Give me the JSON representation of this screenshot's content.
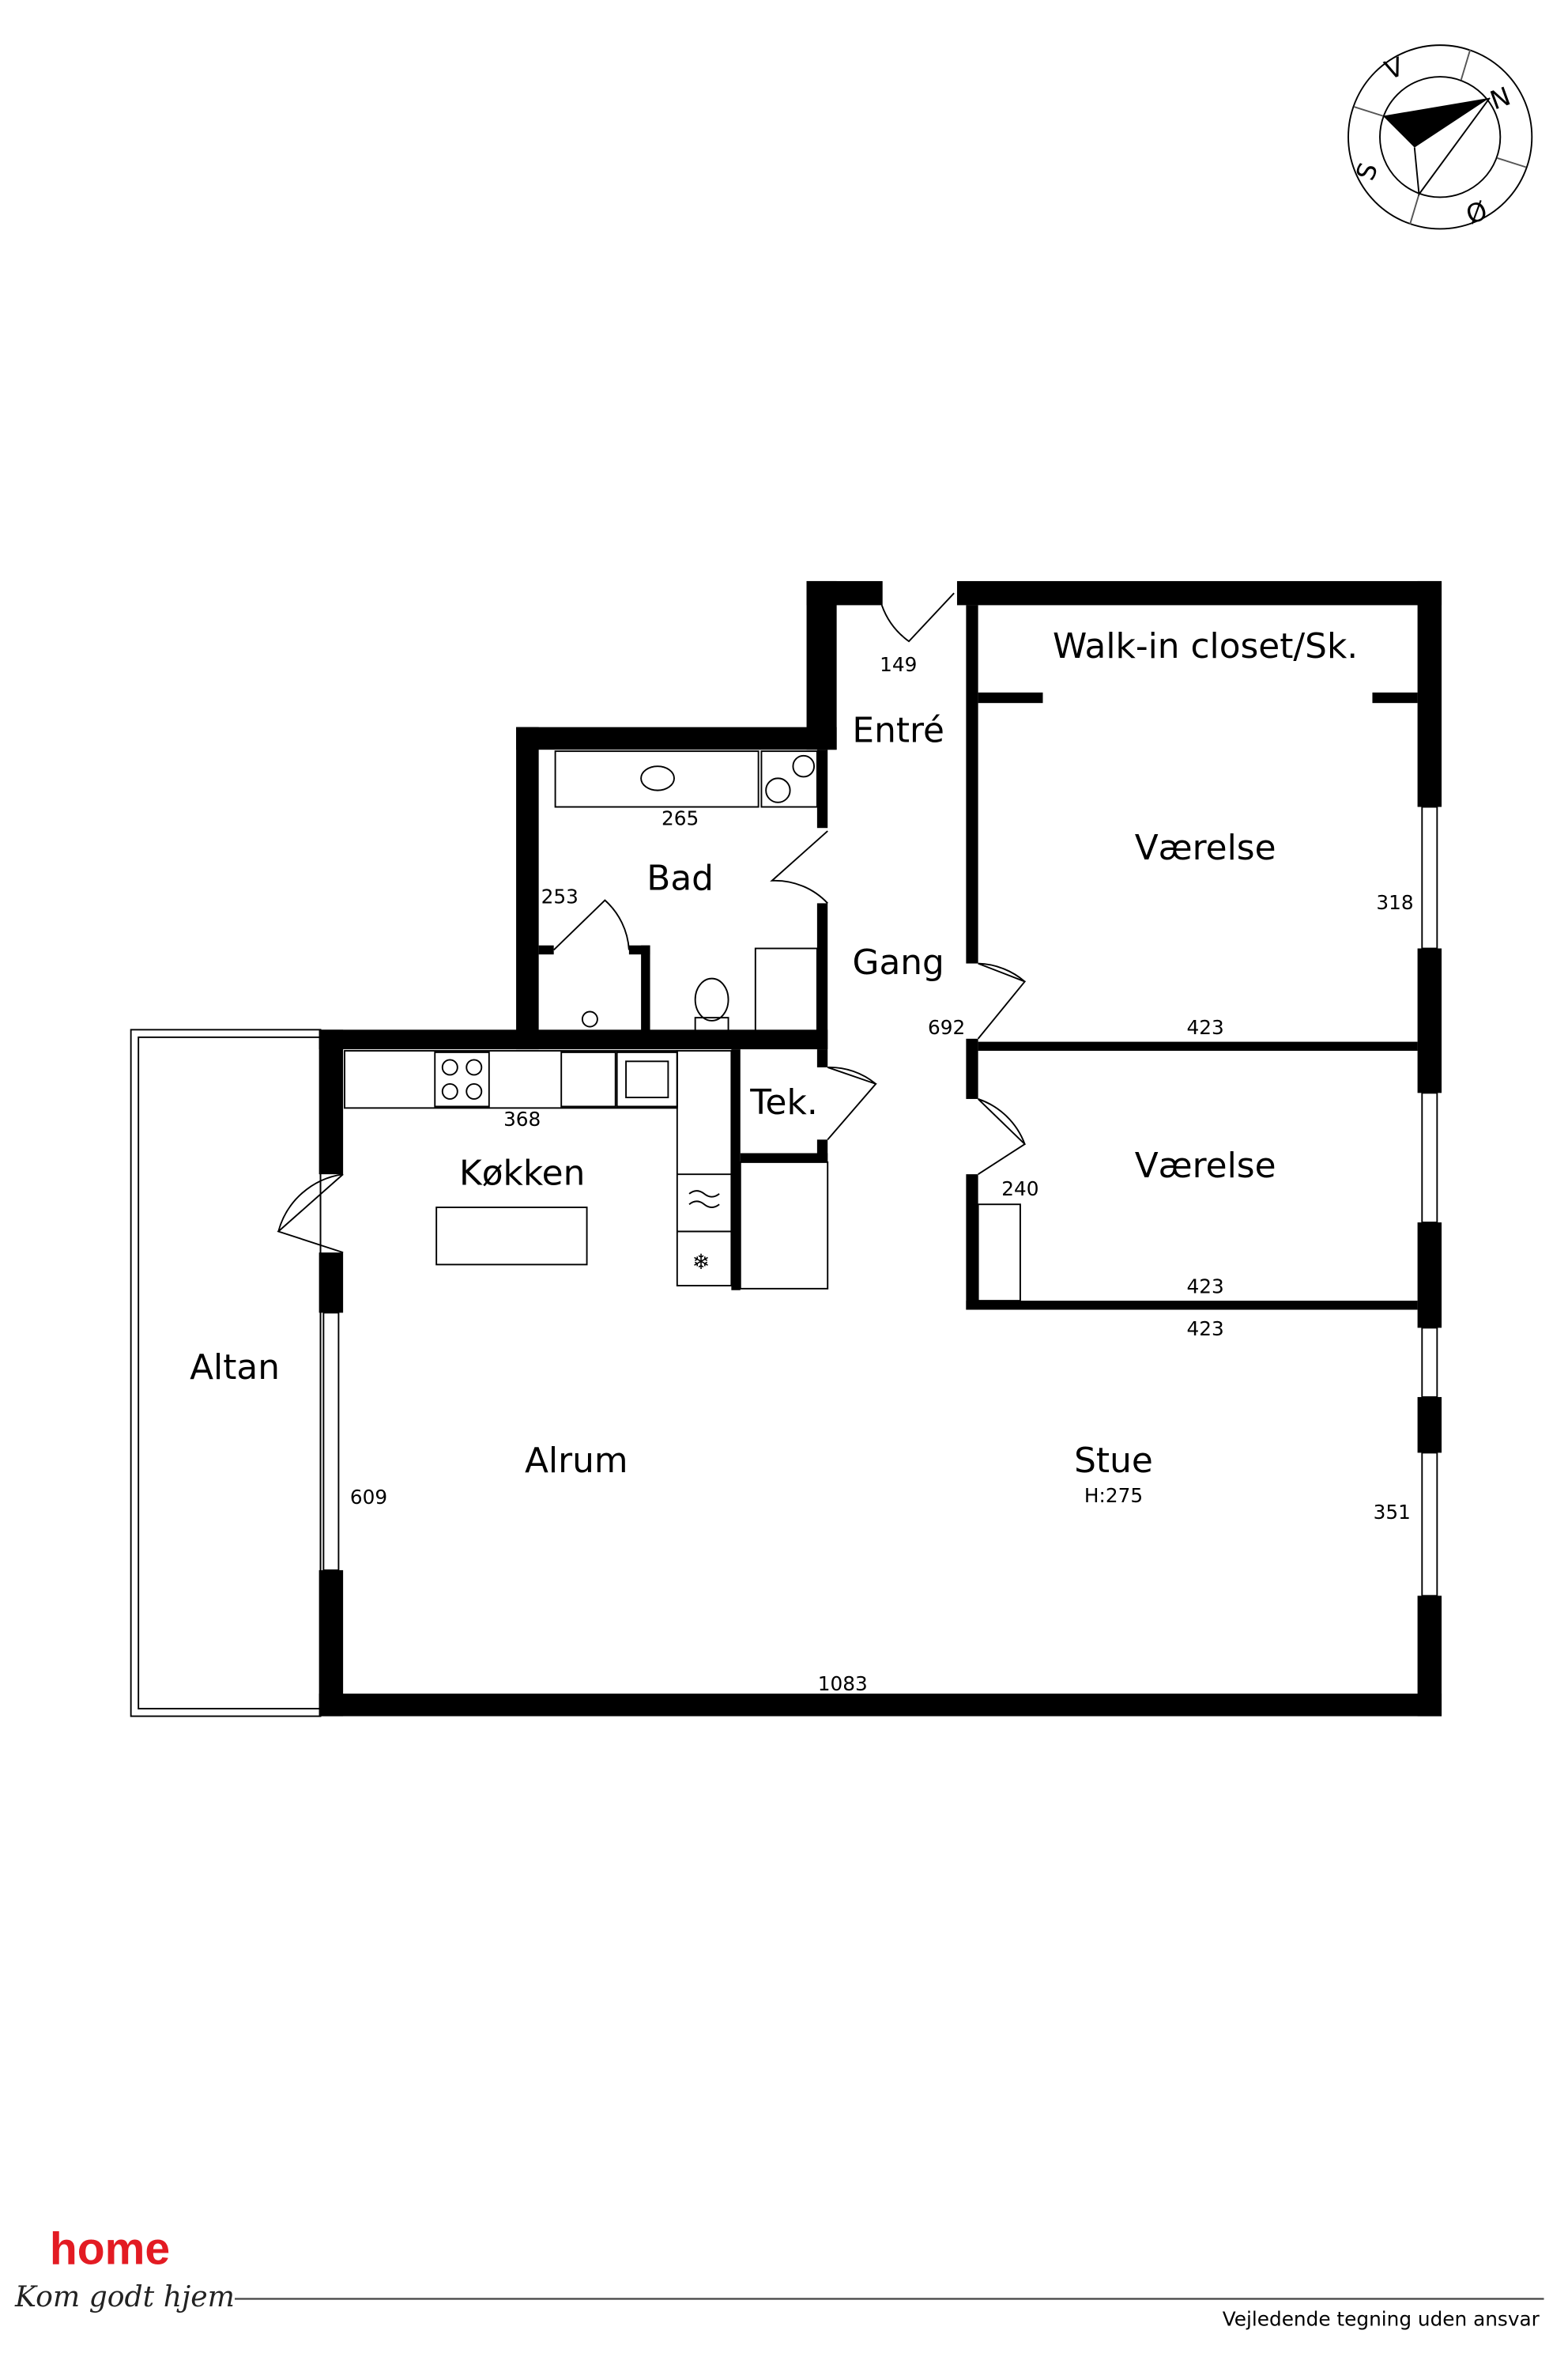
{
  "rooms": {
    "walkin": "Walk-in closet/Sk.",
    "entre": "Entré",
    "bad": "Bad",
    "gang": "Gang",
    "vaerelse1": "Værelse",
    "vaerelse2": "Værelse",
    "tek": "Tek.",
    "kokken": "Køkken",
    "altan": "Altan",
    "alrum": "Alrum",
    "stue": "Stue",
    "stue_height": "H:275"
  },
  "dimensions": {
    "entre": "149",
    "bad_width": "265",
    "bad_depth": "253",
    "vaerelse1_depth": "318",
    "gang_length": "692",
    "vaerelse1_width": "423",
    "kokken_width": "368",
    "vaerelse2_depth": "240",
    "vaerelse2_width": "423",
    "stue_width_top": "423",
    "alrum_depth": "609",
    "stue_depth": "351",
    "total_width": "1083"
  },
  "compass": {
    "n": "N",
    "v": "V",
    "s": "S",
    "o": "Ø"
  },
  "footer": {
    "logo": "home",
    "slogan": "Kom godt hjem",
    "disclaimer": "Vejledende tegning uden ansvar",
    "logo_color": "#e31b23"
  }
}
